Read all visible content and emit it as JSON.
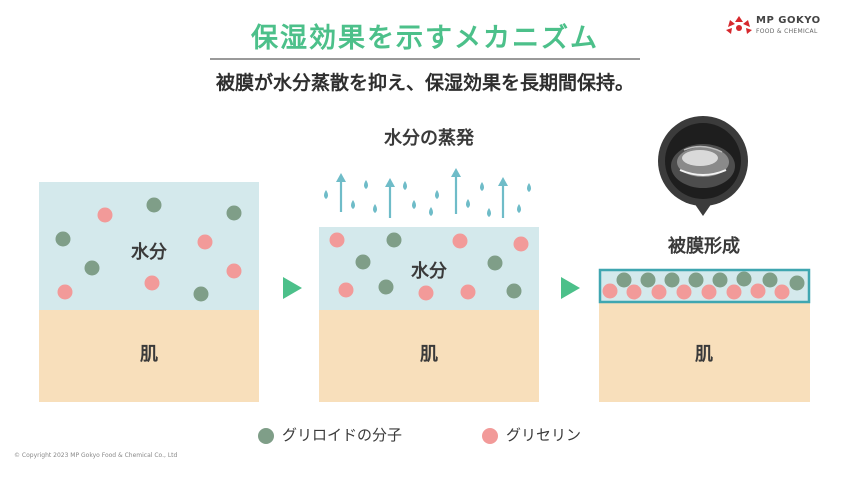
{
  "header": {
    "title": "保湿効果を示すメカニズム",
    "subtitle": "被膜が水分蒸散を抑え、保湿効果を長期間保持。"
  },
  "logo": {
    "line1": "MP GOKYO",
    "line2": "FOOD & CHEMICAL",
    "icon": "mp-gokyo-logo-icon"
  },
  "panels": {
    "left": {
      "water_label": "水分",
      "skin_label": "肌"
    },
    "middle": {
      "top_label": "水分の蒸発",
      "water_label": "水分",
      "skin_label": "肌"
    },
    "right": {
      "top_label": "被膜形成",
      "skin_label": "肌"
    }
  },
  "legend": {
    "items": [
      {
        "label": "グリロイドの分子",
        "color": "#7f9e88"
      },
      {
        "label": "グリセリン",
        "color": "#f29a99"
      }
    ]
  },
  "footer": {
    "copyright": "© Copyright 2023 MP Gokyo Food & Chemical Co., Ltd"
  },
  "colors": {
    "accent_green": "#4cc08a",
    "water": "#d4e9ec",
    "skin": "#f8dfbb",
    "film_border": "#3fa6b0",
    "arrow": "#4cc08a",
    "droplet": "#6fbcc8"
  }
}
